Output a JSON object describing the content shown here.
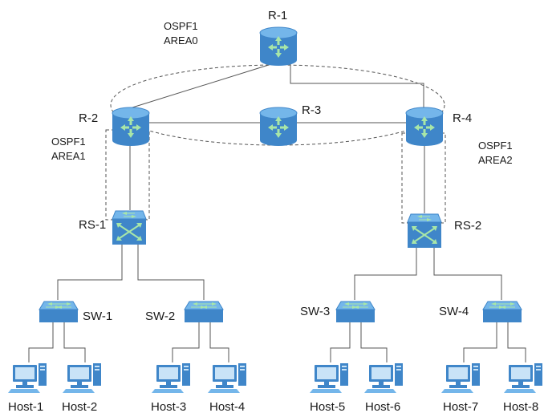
{
  "colors": {
    "device_body": "#3f86c9",
    "device_top": "#74b6ea",
    "arrow": "#a8e6a8",
    "link": "#555555"
  },
  "areas": {
    "area0": {
      "line1": "OSPF1",
      "line2": "AREA0"
    },
    "area1": {
      "line1": "OSPF1",
      "line2": "AREA1"
    },
    "area2": {
      "line1": "OSPF1",
      "line2": "AREA2"
    }
  },
  "routers": [
    {
      "id": "r1",
      "label": "R-1",
      "icon": "router-icon"
    },
    {
      "id": "r2",
      "label": "R-2",
      "icon": "router-icon"
    },
    {
      "id": "r3",
      "label": "R-3",
      "icon": "router-icon"
    },
    {
      "id": "r4",
      "label": "R-4",
      "icon": "router-icon"
    }
  ],
  "route_switches": [
    {
      "id": "rs1",
      "label": "RS-1",
      "icon": "layer3-switch-icon"
    },
    {
      "id": "rs2",
      "label": "RS-2",
      "icon": "layer3-switch-icon"
    }
  ],
  "switches": [
    {
      "id": "sw1",
      "label": "SW-1",
      "icon": "switch-icon"
    },
    {
      "id": "sw2",
      "label": "SW-2",
      "icon": "switch-icon"
    },
    {
      "id": "sw3",
      "label": "SW-3",
      "icon": "switch-icon"
    },
    {
      "id": "sw4",
      "label": "SW-4",
      "icon": "switch-icon"
    }
  ],
  "hosts": [
    {
      "id": "h1",
      "label": "Host-1",
      "icon": "workstation-icon"
    },
    {
      "id": "h2",
      "label": "Host-2",
      "icon": "workstation-icon"
    },
    {
      "id": "h3",
      "label": "Host-3",
      "icon": "workstation-icon"
    },
    {
      "id": "h4",
      "label": "Host-4",
      "icon": "workstation-icon"
    },
    {
      "id": "h5",
      "label": "Host-5",
      "icon": "workstation-icon"
    },
    {
      "id": "h6",
      "label": "Host-6",
      "icon": "workstation-icon"
    },
    {
      "id": "h7",
      "label": "Host-7",
      "icon": "workstation-icon"
    },
    {
      "id": "h8",
      "label": "Host-8",
      "icon": "workstation-icon"
    }
  ]
}
